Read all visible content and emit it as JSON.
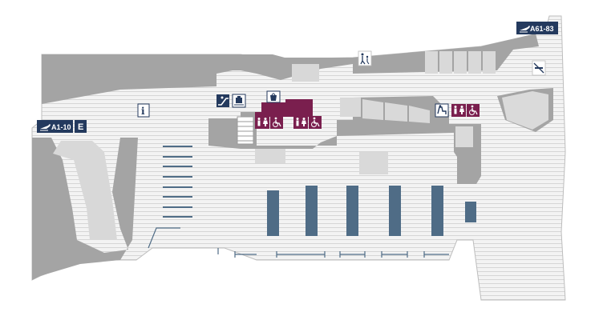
{
  "map": {
    "colors": {
      "background": "#ffffff",
      "floor": "#f2f2f2",
      "floor_lines": "#dcdcdc",
      "walls": "#a3a3a3",
      "wall_dark": "#8f8f8f",
      "light_zones": "#dadada",
      "courtyard": "#d9d9d9",
      "gate_bars": "#4f6c86",
      "facility_purple": "#7a1f4e",
      "sign_navy": "#243a5e"
    },
    "signs": {
      "gate_left": {
        "code": "A1-10",
        "pier": "E",
        "icon": "departure-plane-icon"
      },
      "gate_right": {
        "code": "A61-83",
        "icon": "departure-plane-icon"
      }
    },
    "facilities": {
      "info": {
        "icon": "information-icon",
        "text": "i"
      },
      "escalator": {
        "icon": "escalator-icon"
      },
      "baggage": {
        "icon": "baggage-icon"
      },
      "shop": {
        "icon": "shopping-icon"
      },
      "restrooms": {
        "icon": "restroom-icon"
      },
      "accessible": {
        "icon": "wheelchair-icon"
      },
      "family": {
        "icon": "family-icon"
      },
      "no_smoking": {
        "icon": "no-smoking-icon"
      },
      "lounge": {
        "icon": "lounge-seat-icon"
      }
    }
  }
}
